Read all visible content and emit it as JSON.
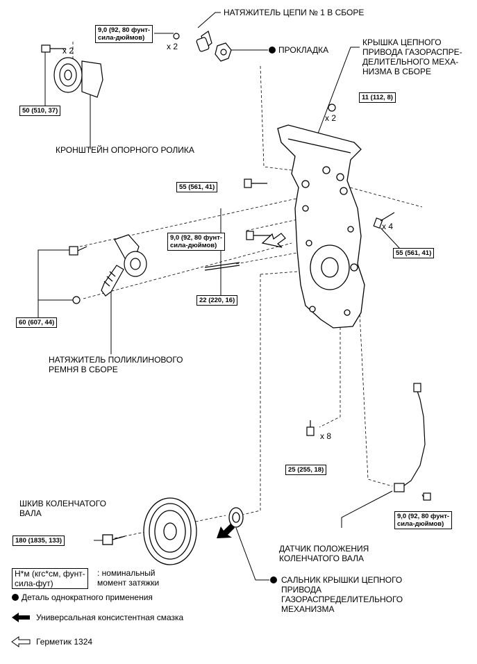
{
  "labels": {
    "tensioner1": "НАТЯЖИТЕЛЬ ЦЕПИ № 1 В СБОРЕ",
    "gasket": "ПРОКЛАДКА",
    "cover_l1": "КРЫШКА ЦЕПНОГО",
    "cover_l2": "ПРИВОДА ГАЗОРАСПРЕ-",
    "cover_l3": "ДЕЛИТЕЛЬНОГО МЕХА-",
    "cover_l4": "НИЗМА В СБОРЕ",
    "bracket": "КРОНШТЕЙН ОПОРНОГО РОЛИКА",
    "vbelt_l1": "НАТЯЖИТЕЛЬ ПОЛИКЛИНОВОГО",
    "vbelt_l2": "РЕМНЯ В СБОРЕ",
    "pulley_l1": "ШКИВ КОЛЕНЧАТОГО",
    "pulley_l2": "ВАЛА",
    "sensor_l1": "ДАТЧИК ПОЛОЖЕНИЯ",
    "sensor_l2": "КОЛЕНЧАТОГО ВАЛА",
    "seal_l1": "САЛЬНИК КРЫШКИ ЦЕПНОГО",
    "seal_l2": "ПРИВОДА",
    "seal_l3": "ГАЗОРАСПРЕДЕЛИТЕЛЬНОГО",
    "seal_l4": "МЕХАНИЗМА"
  },
  "torques": {
    "t1_l1": "9,0 (92, 80 фунт-",
    "t1_l2": "сила-дюймов)",
    "t2": "50 (510, 37)",
    "t3": "11 (112, 8)",
    "t4": "55 (561, 41)",
    "t5_l1": "9,0 (92, 80 фунт-",
    "t5_l2": "сила-дюймов)",
    "t6": "55 (561, 41)",
    "t7": "22 (220, 16)",
    "t8": "60 (607, 44)",
    "t9": "25 (255, 18)",
    "t10_l1": "9,0 (92, 80 фунт-",
    "t10_l2": "сила-дюймов)",
    "t11": "180 (1835, 133)"
  },
  "multipliers": {
    "m_tens": "x 2",
    "m_bracket": "x 2",
    "m_cover_nut": "x 2",
    "m_right_bolt": "x 4",
    "m_lower_bolt": "x 8"
  },
  "legend": {
    "unit_l1": "Н*м (кгс*см, фунт-",
    "unit_l2": "сила-фут)",
    "unit_desc_l1": ": номинальный",
    "unit_desc_l2": "момент затяжки",
    "one_time": "Деталь однократного применения",
    "grease": "Универсальная консистентная смазка",
    "sealant": "Герметик 1324"
  }
}
